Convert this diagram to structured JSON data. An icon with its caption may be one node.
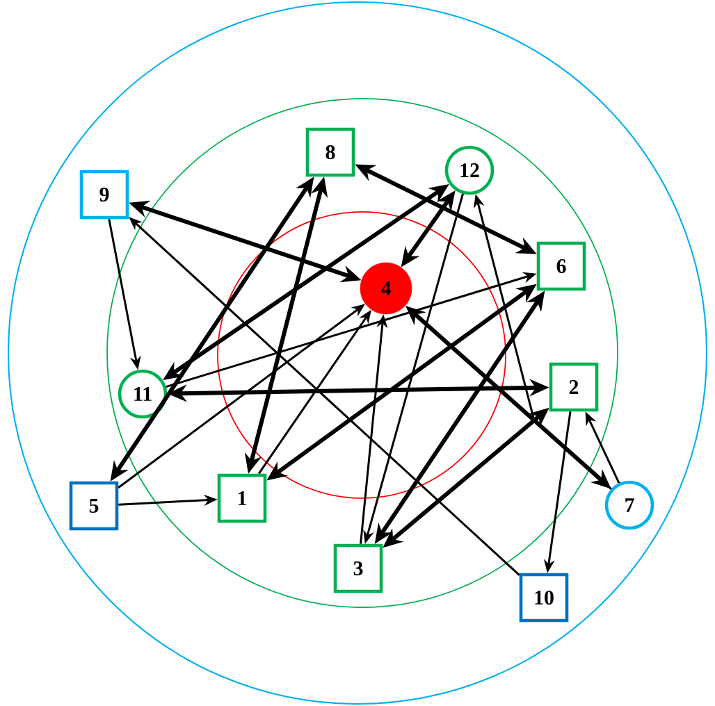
{
  "diagram": {
    "nodes": [
      {
        "text": [
          "1"
        ]
      },
      {
        "text": [
          "2"
        ]
      },
      {
        "text": [
          "3"
        ]
      },
      {
        "text": [
          "4"
        ]
      },
      {
        "text": [
          "5"
        ]
      },
      {
        "text": [
          "6"
        ]
      },
      {
        "text": [
          "7"
        ]
      },
      {
        "text": [
          "8"
        ]
      },
      {
        "text": [
          "9"
        ]
      },
      {
        "text": [
          "10"
        ]
      },
      {
        "text": [
          "11"
        ]
      },
      {
        "text": [
          "12"
        ]
      }
    ],
    "edges": [
      {
        "from": 8,
        "to": 3,
        "arrow": "both",
        "style": "thick"
      },
      {
        "from": 9,
        "to": 8,
        "arrow": "to"
      },
      {
        "from": 8,
        "to": 10,
        "arrow": "to"
      },
      {
        "from": 10,
        "to": 11,
        "arrow": "both",
        "style": "thick"
      },
      {
        "from": 4,
        "to": 7,
        "arrow": "both",
        "style": "thick"
      },
      {
        "from": 0,
        "to": 7,
        "arrow": "both",
        "style": "thick"
      },
      {
        "from": 7,
        "to": 5,
        "arrow": "both",
        "style": "thick"
      },
      {
        "from": 11,
        "to": 3,
        "arrow": "both",
        "style": "thick"
      },
      {
        "from": 11,
        "to": 2,
        "arrow": "to"
      },
      {
        "from": 6,
        "to": 11,
        "arrow": "to"
      },
      {
        "from": 10,
        "to": 5,
        "arrow": "to"
      },
      {
        "from": 10,
        "to": 1,
        "arrow": "both",
        "style": "thick"
      },
      {
        "from": 4,
        "to": 3,
        "arrow": "to"
      },
      {
        "from": 0,
        "to": 3,
        "arrow": "to"
      },
      {
        "from": 4,
        "to": 0,
        "arrow": "to"
      },
      {
        "from": 5,
        "to": 0,
        "arrow": "both",
        "style": "thick"
      },
      {
        "from": 2,
        "to": 5,
        "arrow": "both",
        "style": "thick"
      },
      {
        "from": 2,
        "to": 3,
        "arrow": "to"
      },
      {
        "from": 3,
        "to": 6,
        "arrow": "both",
        "style": "thick"
      },
      {
        "from": 2,
        "to": 1,
        "arrow": "both",
        "style": "thick"
      },
      {
        "from": 6,
        "to": 1,
        "arrow": "to"
      },
      {
        "from": 1,
        "to": 9,
        "arrow": "to"
      }
    ]
  }
}
